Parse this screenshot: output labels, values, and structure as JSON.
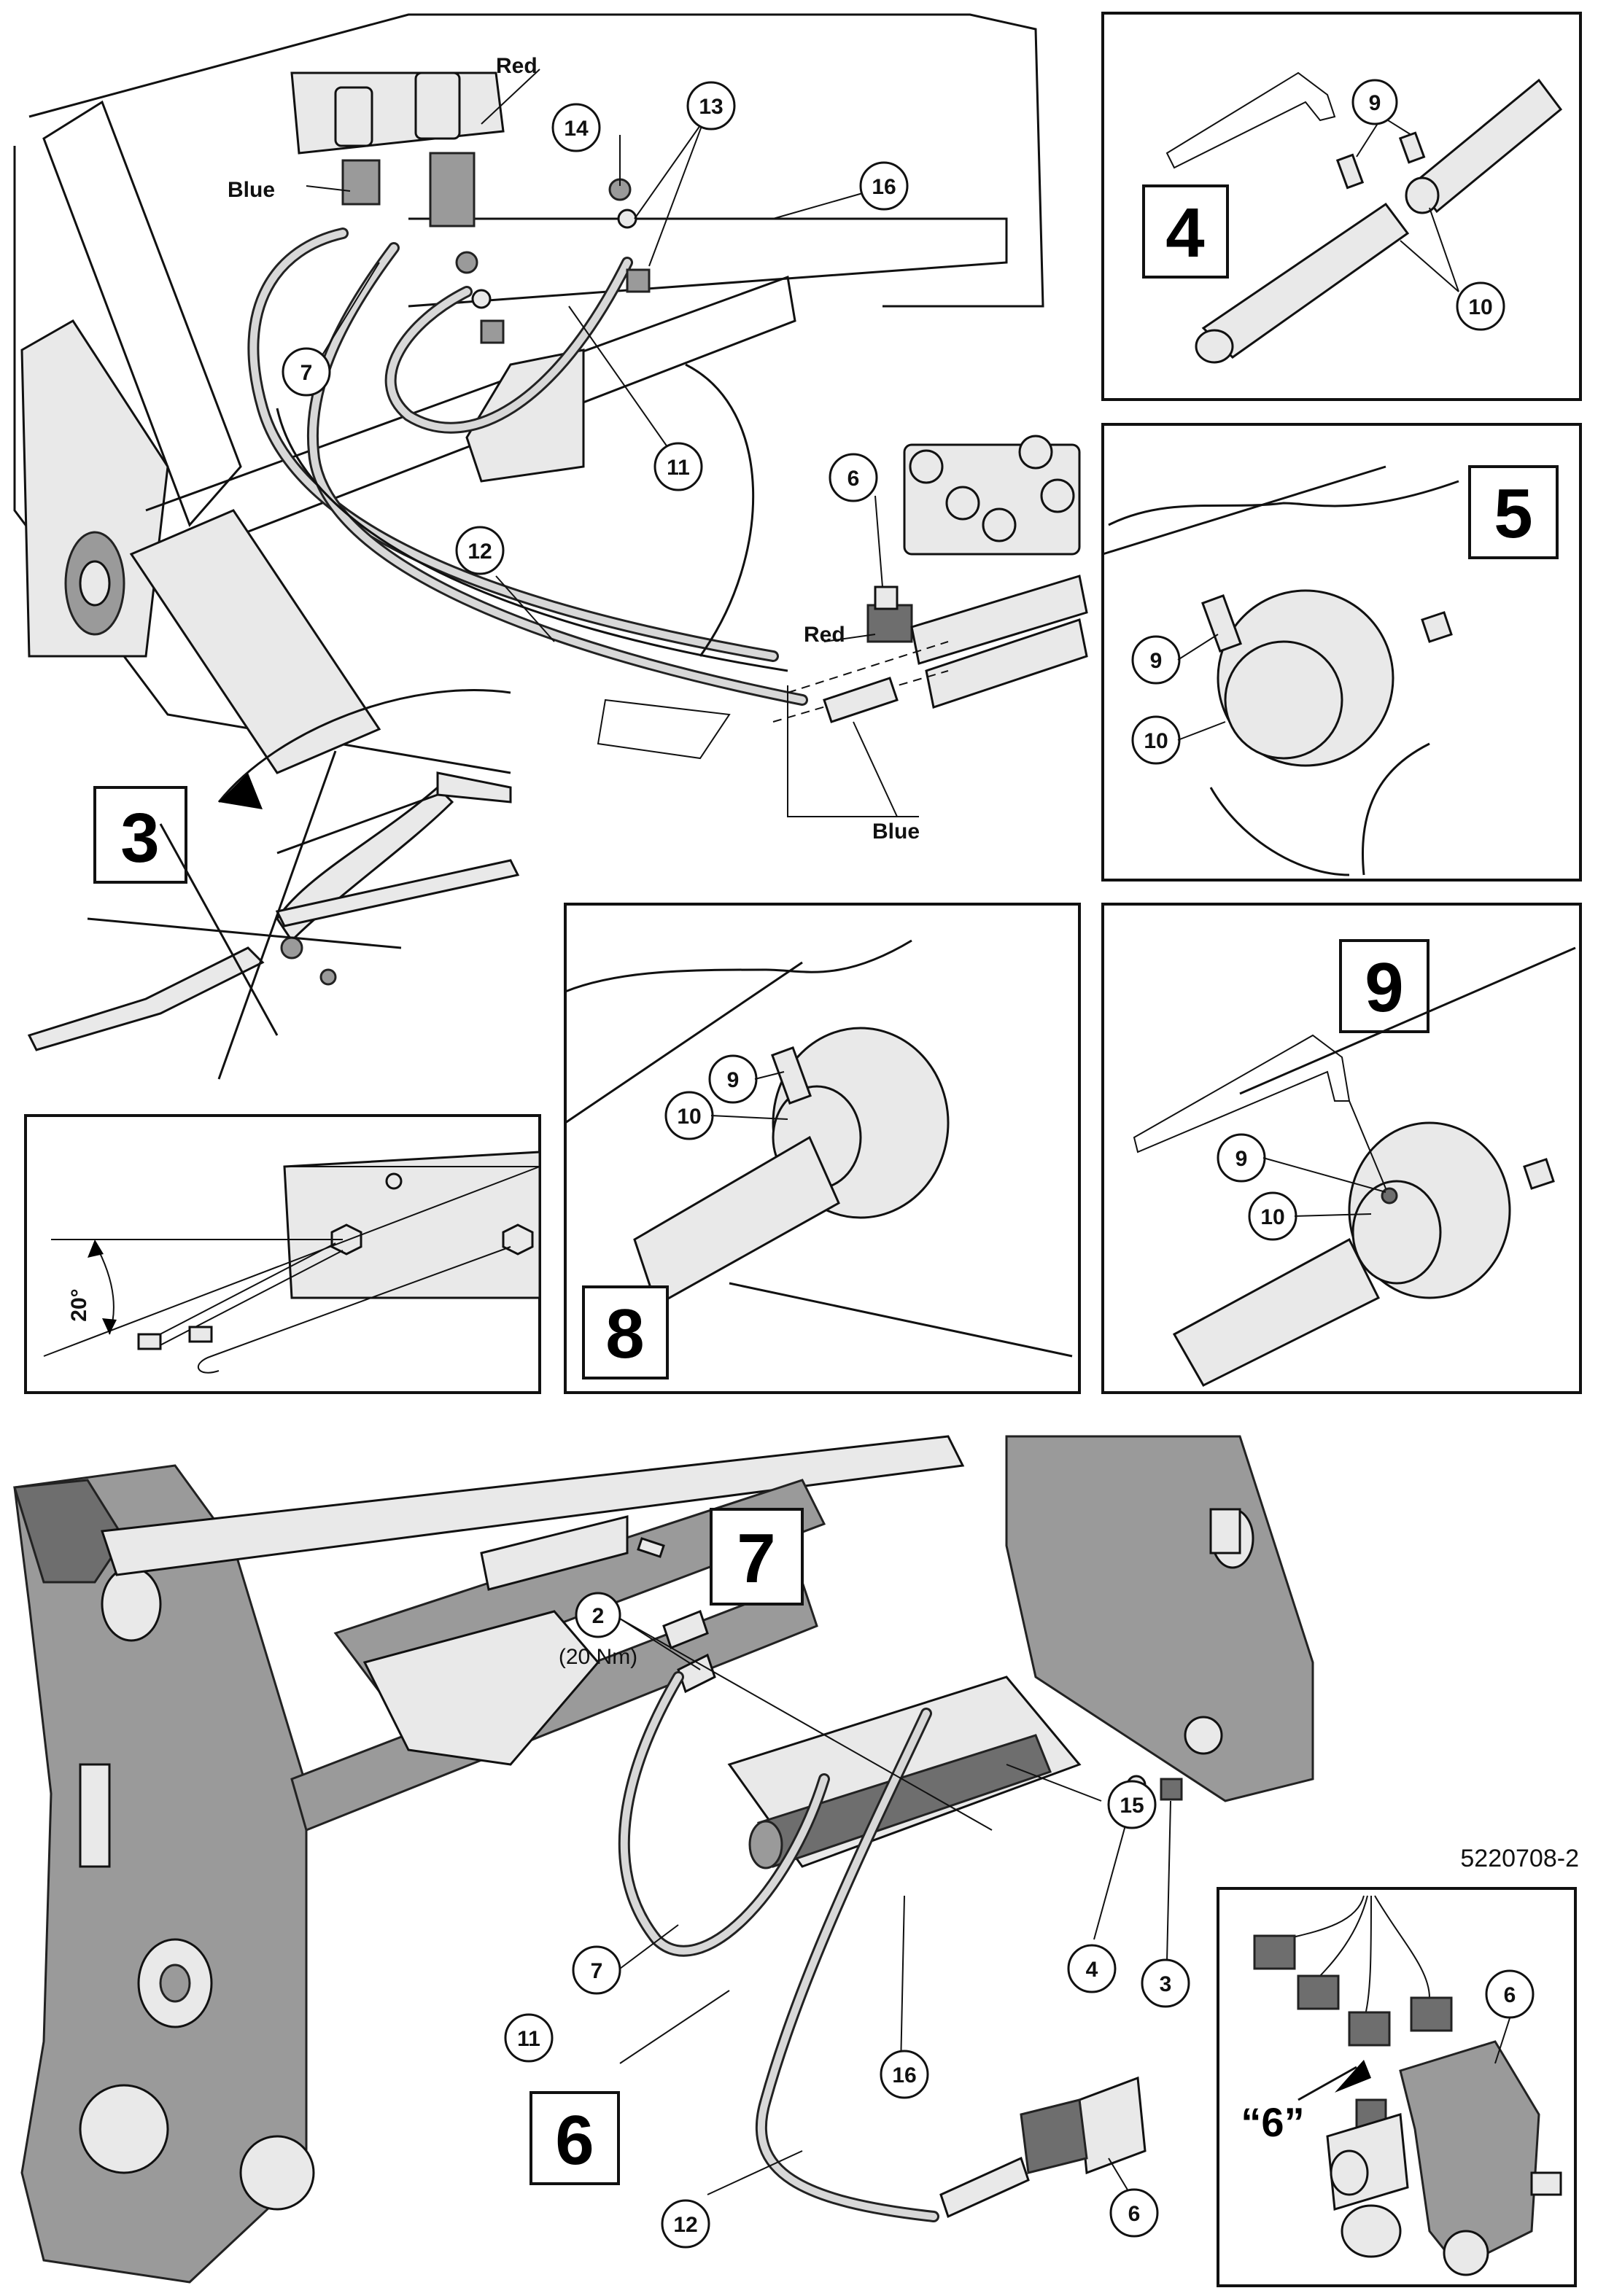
{
  "document_id": "5220708-2",
  "wire_labels": {
    "red": "Red",
    "blue": "Blue"
  },
  "torque": "(20 Nm)",
  "angle": "20°",
  "step_numbers": {
    "s3": "3",
    "s4": "4",
    "s5": "5",
    "s6": "6",
    "s7": "7",
    "s8": "8",
    "s9": "9"
  },
  "callouts": {
    "c2": "2",
    "c3": "3",
    "c4": "4",
    "c6": "6",
    "c7": "7",
    "c9": "9",
    "c10": "10",
    "c11": "11",
    "c12": "12",
    "c13": "13",
    "c14": "14",
    "c15": "15",
    "c16": "16"
  },
  "connector_label": "“6”"
}
